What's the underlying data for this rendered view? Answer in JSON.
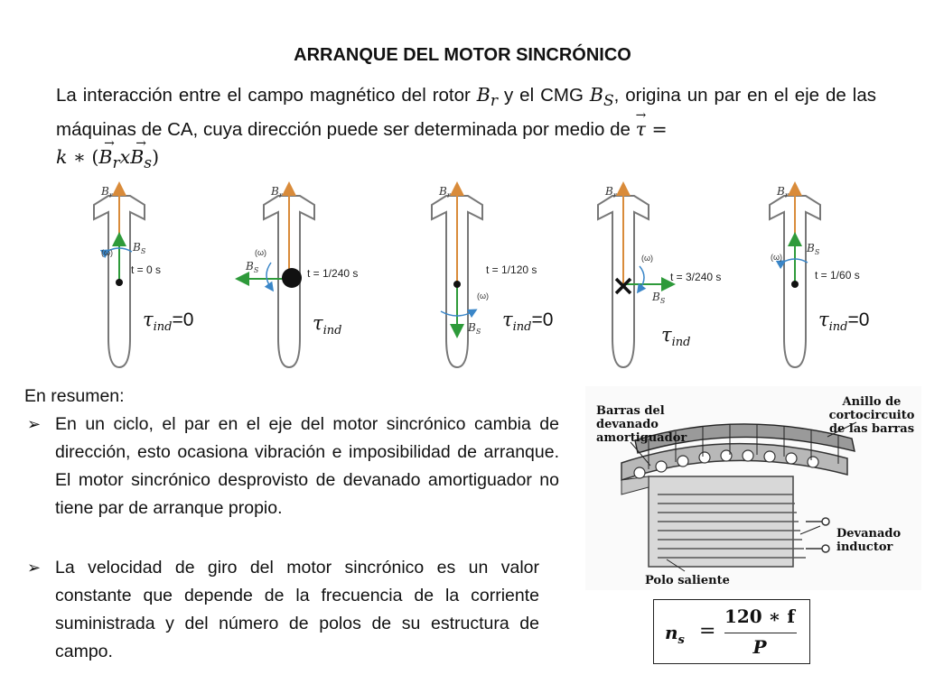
{
  "title": "ARRANQUE DEL MOTOR SINCRÓNICO",
  "intro": {
    "part1": "La interacción entre el campo magnético del rotor ",
    "Br": "B",
    "Br_sub": "r",
    "part2": " y el CMG ",
    "Bs": "B",
    "Bs_sub": "S",
    "part3": ", origina un par en el eje de las máquinas de CA,  cuya dirección puede ser determinada por medio de ",
    "tau": "τ",
    "eq": " = ",
    "k": "k",
    "star": " ∗ (",
    "x": "x",
    "close": ")",
    "bs_sub_lower": "s"
  },
  "rotor_labels": {
    "br": "B",
    "br_sub": "r",
    "bs": "B",
    "bs_sub": "S",
    "omega": "(ω)"
  },
  "rotors": [
    {
      "time": "t = 0 s",
      "tau_symbol": "τ",
      "tau_sub": "ind",
      "tau_value": "=0"
    },
    {
      "time": "t = 1/240 s",
      "tau_symbol": "τ",
      "tau_sub": "ind",
      "tau_value": ""
    },
    {
      "time": "t = 1/120 s",
      "tau_symbol": "τ",
      "tau_sub": "ind",
      "tau_value": "=0"
    },
    {
      "time": "t = 3/240 s",
      "tau_symbol": "τ",
      "tau_sub": "ind",
      "tau_value": ""
    },
    {
      "time": "t = 1/60 s",
      "tau_symbol": "τ",
      "tau_sub": "ind",
      "tau_value": "=0"
    }
  ],
  "summary": {
    "heading": "En resumen:",
    "bullets": [
      "En un ciclo, el par en el eje del motor sincrónico cambia de dirección, esto ocasiona vibración e imposibilidad de arranque. El motor sincrónico desprovisto de devanado amortiguador no tiene par de arranque propio.",
      "La velocidad de giro del motor sincrónico es un valor constante que depende de la frecuencia de la corriente suministrada y del número de polos de su estructura de campo."
    ]
  },
  "figure": {
    "label_bars": "Barras del\ndevanado\namortiguador",
    "label_ring": "Anillo de\ncortocircuito\nde las barras",
    "label_inductor": "Devanado\ninductor",
    "label_pole": "Polo saliente"
  },
  "formula": {
    "lhs": "n",
    "lhs_sub": "s",
    "eq": "=",
    "numerator": "120 ∗ f",
    "denominator": "P"
  }
}
